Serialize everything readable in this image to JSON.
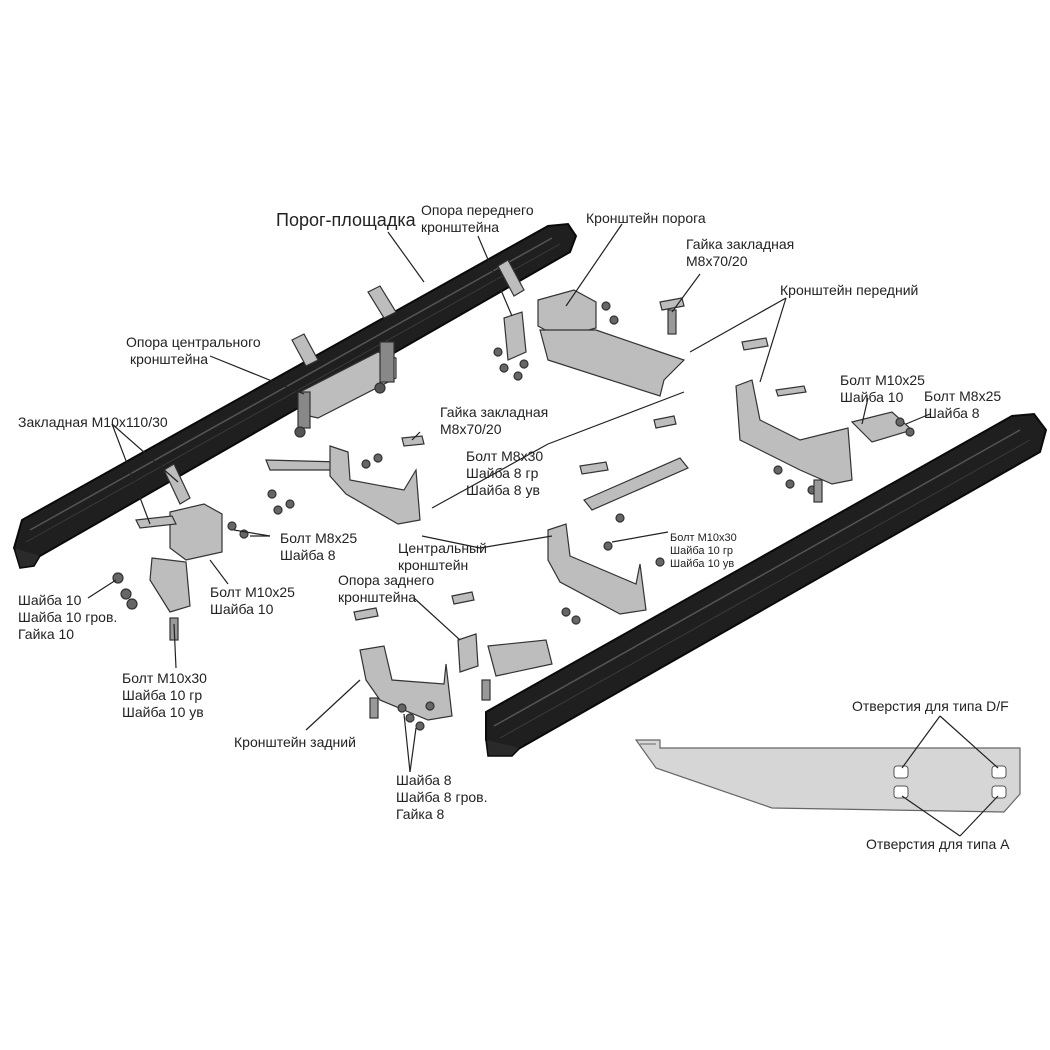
{
  "colors": {
    "board": "#1f1f1f",
    "board_edge": "#0a0a0a",
    "part_fill": "#bdbdbd",
    "part_dark": "#4a4a4a",
    "leader": "#222222",
    "plate_fill": "#d6d6d6"
  },
  "labels": {
    "porog_ploshchadka": "Порог-площадка",
    "opora_perednego": [
      "Опора переднего",
      "кронштейна"
    ],
    "kronshtein_poroga": "Кронштейн порога",
    "gaika_zakladnaya_1": [
      "Гайка закладная",
      "М8х70/20"
    ],
    "kronshtein_peredniy": "Кронштейн передний",
    "opora_centralnogo": [
      "Опора центрального",
      "кронштейна"
    ],
    "bolt_m10x25_right": [
      "Болт М10х25",
      "Шайба 10"
    ],
    "bolt_m8x25_right": [
      "Болт М8х25",
      "Шайба 8"
    ],
    "zakladnaya_m10": "Закладная М10х110/30",
    "gaika_zakladnaya_2": [
      "Гайка закладная",
      "М8х70/20"
    ],
    "bolt_m8x30": [
      "Болт М8х30",
      "Шайба 8 гр",
      "Шайба 8 ув"
    ],
    "bolt_m8x25_left": [
      "Болт М8х25",
      "Шайба 8"
    ],
    "centralny_kronshtein": [
      "Центральный",
      "кронштейн"
    ],
    "bolt_m10x30_small": [
      "Болт М10х30",
      "Шайба 10 гр",
      "Шайба 10 ув"
    ],
    "shaiba_10": [
      "Шайба 10",
      "Шайба 10 гров.",
      "Гайка 10"
    ],
    "bolt_m10x25_left": [
      "Болт М10х25",
      "Шайба 10"
    ],
    "opora_zadnego": [
      "Опора заднего",
      "кронштейна"
    ],
    "bolt_m10x30_left": [
      "Болт М10х30",
      "Шайба 10 гр",
      "Шайба 10 ув"
    ],
    "kronshtein_zadniy": "Кронштейн задний",
    "shaiba_8": [
      "Шайба 8",
      "Шайба 8 гров.",
      "Гайка 8"
    ],
    "otverstiya_df": "Отверстия для типа D/F",
    "otverstiya_a": "Отверстия для типа А"
  }
}
